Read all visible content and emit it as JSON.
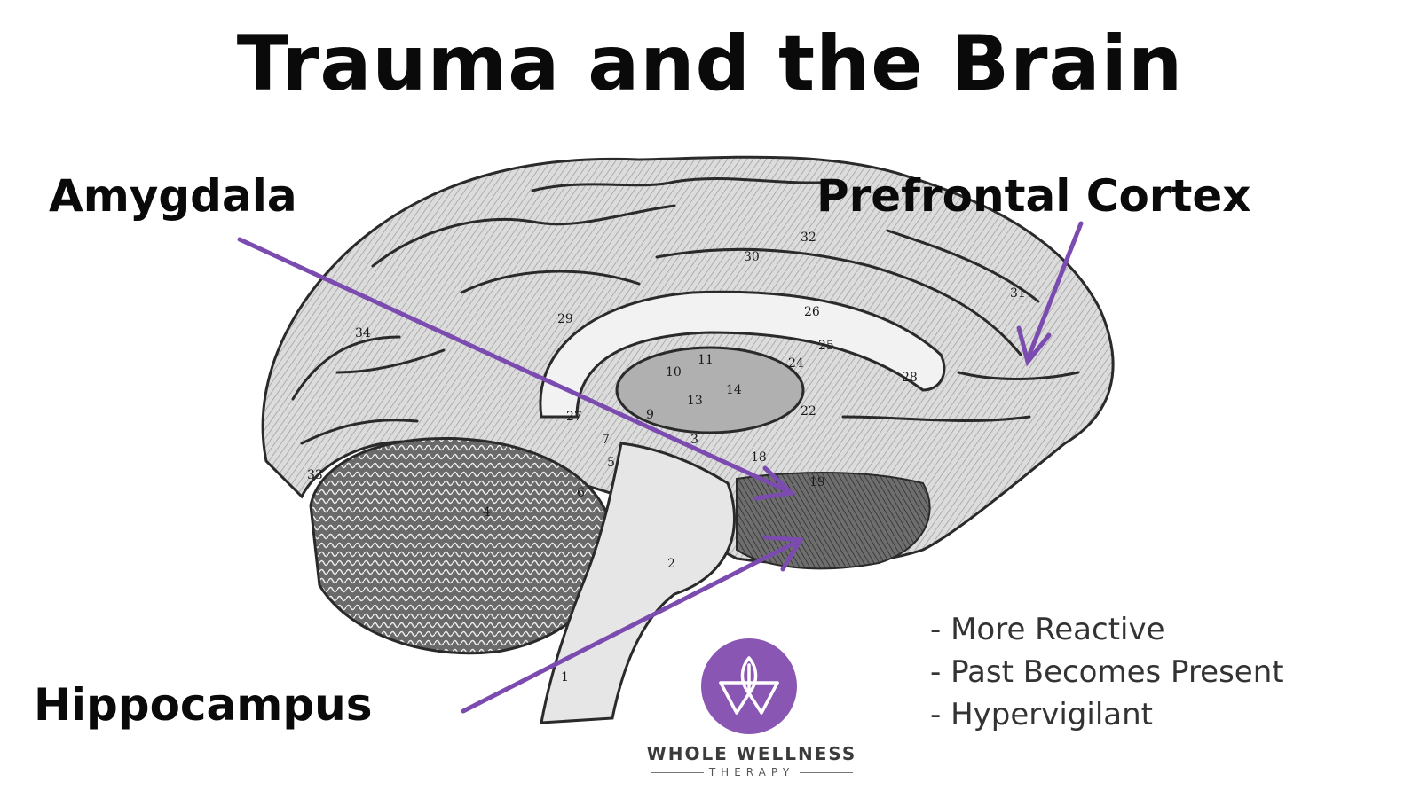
{
  "title": "Trauma and the Brain",
  "labels": {
    "amygdala": "Amygdala",
    "prefrontal": "Prefrontal Cortex",
    "hippocampus": "Hippocampus"
  },
  "symptoms": [
    "- More Reactive",
    "- Past Becomes Present",
    "- Hypervigilant"
  ],
  "logo": {
    "name": "WHOLE WELLNESS",
    "sub": "THERAPY"
  },
  "brain_numbers": [
    "32",
    "30",
    "31",
    "26",
    "25",
    "29",
    "34",
    "24",
    "28",
    "11",
    "10",
    "14",
    "13",
    "22",
    "27",
    "9",
    "3",
    "18",
    "19",
    "33",
    "4",
    "5",
    "6",
    "7",
    "2",
    "1"
  ],
  "colors": {
    "arrow": "#7b4bb0",
    "logo": "#8a56b3",
    "text": "#0a0a0a"
  }
}
